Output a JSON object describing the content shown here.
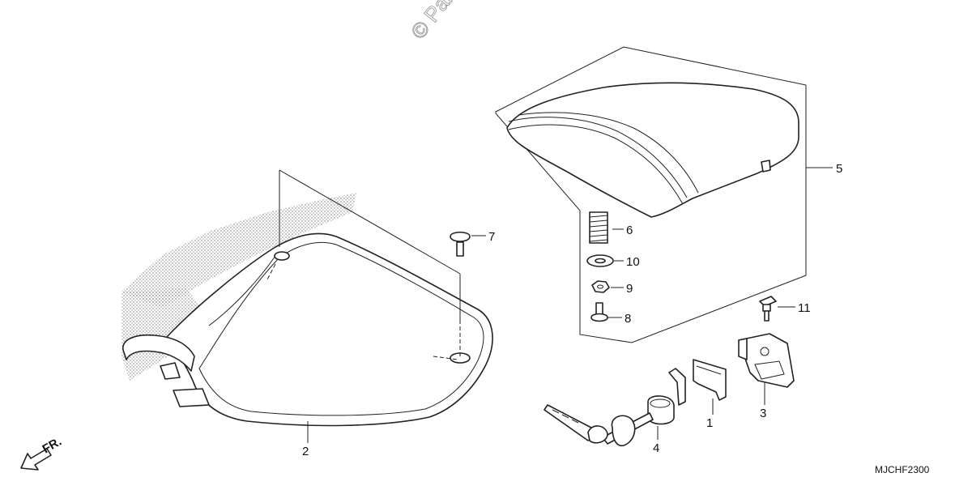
{
  "watermark": {
    "text": "© Parts"
  },
  "direction": {
    "label": "FR."
  },
  "diagram_code": "MJCHF2300",
  "fine_print": {
    "line1": "",
    "line2": ""
  },
  "callouts": [
    {
      "number": "1"
    },
    {
      "number": "2"
    },
    {
      "number": "3"
    },
    {
      "number": "4"
    },
    {
      "number": "5"
    },
    {
      "number": "6"
    },
    {
      "number": "7"
    },
    {
      "number": "8"
    },
    {
      "number": "9"
    },
    {
      "number": "10"
    },
    {
      "number": "11"
    }
  ]
}
